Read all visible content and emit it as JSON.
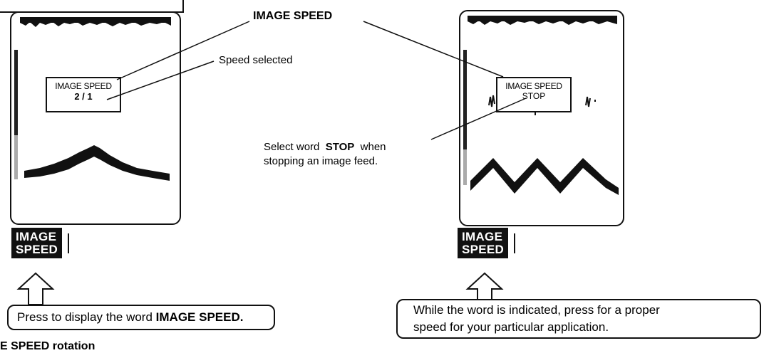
{
  "left_panel": {
    "popup_title": "IMAGE SPEED",
    "popup_value": "2 / 1",
    "key_line1": "IMAGE",
    "key_line2": "SPEED"
  },
  "right_panel": {
    "popup_title": "IMAGE SPEED",
    "popup_value": "STOP",
    "key_line1": "IMAGE",
    "key_line2": "SPEED"
  },
  "callouts": {
    "image_speed": "IMAGE SPEED",
    "speed_selected": "Speed selected",
    "select_prefix": "Select word",
    "select_word": "STOP",
    "select_suffix": "when",
    "select_line2": "stopping an image feed."
  },
  "instructions": {
    "left_prefix": "Press to display the word",
    "left_bold": "IMAGE SPEED.",
    "right_line1": "While the word is indicated, press for a proper",
    "right_line2": "speed for your particular application."
  },
  "footer": {
    "partial_heading": "E SPEED rotation"
  }
}
